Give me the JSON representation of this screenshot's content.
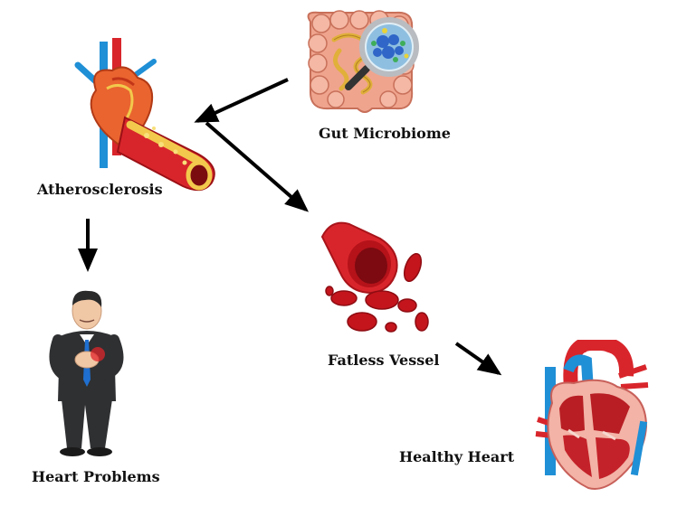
{
  "nodes": {
    "gut": {
      "label": "Gut Microbiome",
      "icon": "gut-microbiome-icon"
    },
    "athero": {
      "label": "Atherosclerosis",
      "icon": "artery-plaque-heart-icon"
    },
    "fatless": {
      "label": "Fatless Vessel",
      "icon": "clear-vessel-blood-cells-icon"
    },
    "problems": {
      "label": "Heart Problems",
      "icon": "man-chest-pain-icon"
    },
    "healthy": {
      "label": "Healthy Heart",
      "icon": "heart-cross-section-icon"
    }
  },
  "edges": [
    {
      "from": "Gut Microbiome",
      "to": "Atherosclerosis"
    },
    {
      "from": "Gut Microbiome",
      "to": "Fatless Vessel"
    },
    {
      "from": "Atherosclerosis",
      "to": "Heart Problems"
    },
    {
      "from": "Fatless Vessel",
      "to": "Healthy Heart"
    }
  ],
  "colors": {
    "artery_red": "#d8252b",
    "vein_blue": "#1f8fd6",
    "plaque_yellow": "#f2c94c",
    "blood_red": "#c4151c",
    "gut_pink": "#efa48e",
    "suit": "#2f3032",
    "arrow": "#000000"
  }
}
